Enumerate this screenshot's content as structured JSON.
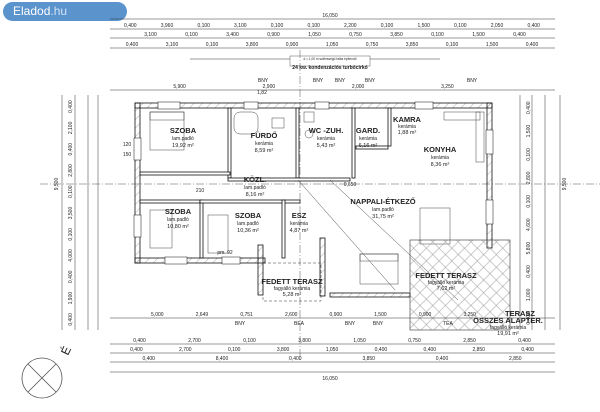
{
  "watermark": {
    "brand": "Eladod",
    "tld": ".hu"
  },
  "header": {
    "total_top": "16,050",
    "top_row1": [
      "0,400",
      "3,960",
      "0,100",
      "3,100",
      "0,100",
      "0,100",
      "2,200",
      "0,100",
      "1,500",
      "0,100",
      "2,050",
      "0,400"
    ],
    "top_row2": [
      "3,100",
      "0,100",
      "3,400",
      "0,900",
      "1,050",
      "0,750",
      "3,850",
      "0,100",
      "1,500",
      "0,400"
    ],
    "top_row3": [
      "0,400",
      "3,100",
      "0,100",
      "3,800",
      "0,900",
      "1,050",
      "0,750",
      "3,850",
      "0,100",
      "1,500",
      "0,400"
    ],
    "boiler_label": "24 kw. kondenzációs turbócirkó",
    "boiler_sub": "d = 1,00 m szélességű falba építendő",
    "dim_top_band": [
      "5,900",
      "2,900",
      "2,000",
      "3,250"
    ]
  },
  "rooms": {
    "szoba1": {
      "name": "SZOBA",
      "floor": "lam.padló",
      "area": "19,92 m²"
    },
    "furdo": {
      "name": "FÜRDŐ",
      "floor": "kerámia",
      "area": "8,59 m²"
    },
    "wc": {
      "name": "WC -ZUH.",
      "floor": "kerámia",
      "area": "5,43 m²"
    },
    "gard": {
      "name": "GARD.",
      "floor": "kerámia",
      "area": "6,16 m²"
    },
    "kamra": {
      "name": "KAMRA",
      "floor": "kerámia",
      "area": "1,88 m²"
    },
    "konyha": {
      "name": "KONYHA",
      "floor": "kerámia",
      "area": "8,36 m²"
    },
    "kozl": {
      "name": "KÖZL.",
      "floor": "lam.padló",
      "area": "8,16 m²"
    },
    "szoba2": {
      "name": "SZOBA",
      "floor": "lam.padló",
      "area": "10,80 m²"
    },
    "szoba3": {
      "name": "SZOBA",
      "floor": "lam.padló",
      "area": "10,36 m²"
    },
    "esz": {
      "name": "ESZ",
      "floor": "kerámia",
      "area": "4,87 m²"
    },
    "nappali": {
      "name": "NAPPALI-ÉTKEZŐ",
      "floor": "lam.padló",
      "area": "31,75 m²"
    },
    "terasz1": {
      "name": "FEDETT TERASZ",
      "floor": "fagyálló kerámia",
      "area": "5,28 m²"
    },
    "terasz2": {
      "name": "FEDETT TERASZ",
      "floor": "fagyálló kerámia",
      "area": "7,62 m²"
    },
    "terasz3": {
      "name": "TERASZ",
      "extra": "ÖSSZES ALAPTER.",
      "floor": "fagyálló kerámia",
      "area": "19,91 m²"
    }
  },
  "tags": {
    "bny": "BNY",
    "bea": "BEA",
    "tea": "TEA",
    "dim_0650": "0,650",
    "dim_120": "120",
    "dim_150": "150",
    "dim_210": "210",
    "dim_92": "pm. 92",
    "dim_182": "1,82"
  },
  "footer": {
    "bottom_row1": [
      "5,000",
      "2,649",
      "0,751",
      "2,600",
      "0,900",
      "1,500",
      "0,900",
      "3,250"
    ],
    "bottom_row2": [
      "0,400",
      "2,700",
      "0,100",
      "3,800",
      "1,050",
      "0,750",
      "2,850",
      "0,400"
    ],
    "bottom_row3": [
      "0,400",
      "2,700",
      "0,100",
      "3,800",
      "1,050",
      "0,400",
      "0,400",
      "2,850",
      "0,400"
    ],
    "bottom_row4": [
      "0,400",
      "8,400",
      "0,400",
      "3,850",
      "0,400",
      "2,850"
    ],
    "total_bottom": "16,050"
  },
  "sides": {
    "left_total": "9,500",
    "right_total": "9,500",
    "left_dims": [
      "0,400",
      "2,100",
      "0,400",
      "2,800",
      "0,100",
      "3,500",
      "0,100",
      "4,000",
      "0,400",
      "1,900",
      "0,400"
    ],
    "right_dims": [
      "0,400",
      "1,500",
      "0,100",
      "2,800",
      "0,100",
      "4,600",
      "5,800",
      "0,400",
      "1,000",
      "0,400"
    ]
  },
  "north_label": "É"
}
